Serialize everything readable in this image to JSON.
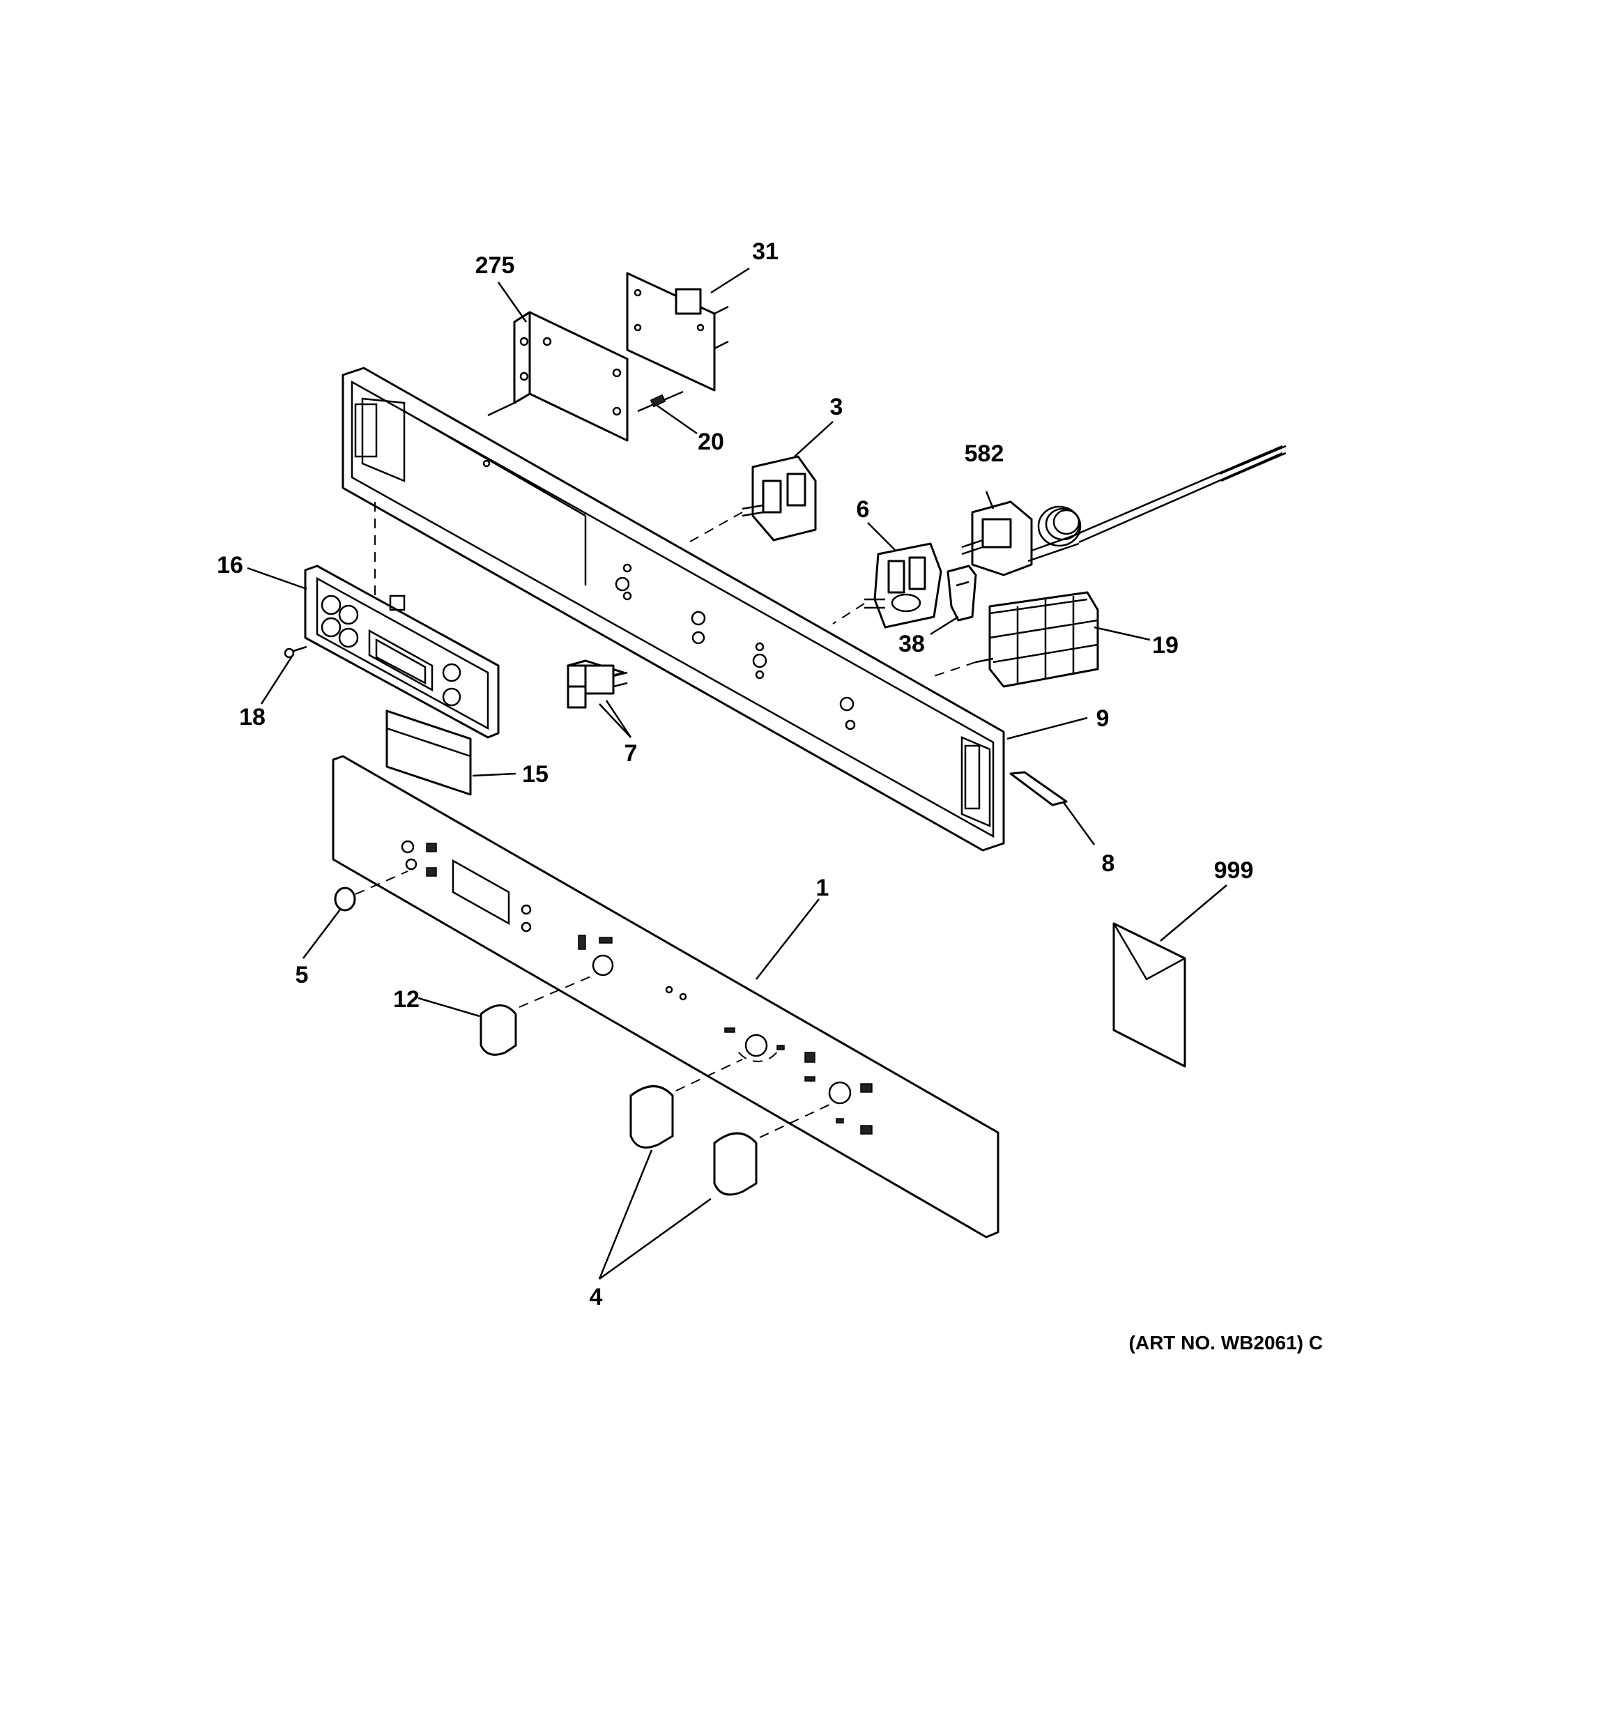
{
  "callouts": {
    "c1": "1",
    "c3": "3",
    "c4": "4",
    "c5": "5",
    "c6": "6",
    "c7": "7",
    "c8": "8",
    "c9": "9",
    "c12": "12",
    "c15": "15",
    "c16": "16",
    "c18": "18",
    "c19": "19",
    "c20": "20",
    "c31": "31",
    "c38": "38",
    "c275": "275",
    "c582": "582",
    "c999": "999"
  },
  "art_number": "(ART NO. WB2061) C"
}
